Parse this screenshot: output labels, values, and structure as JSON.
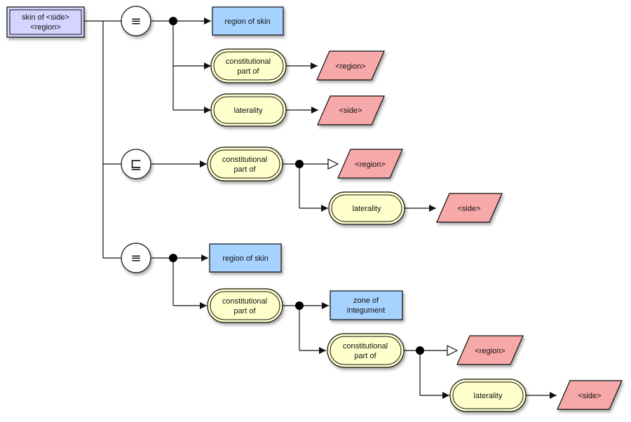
{
  "colors": {
    "root_fill": "#d4d4ff",
    "concept_fill": "#a6d2ff",
    "role_fill": "#ffffcc",
    "filler_fill": "#f7a8a8",
    "line": "#111111"
  },
  "root": {
    "line1": "skin of <side>",
    "line2": "<region>"
  },
  "operators": {
    "equivalent_1": "≡",
    "subsumed": "⊑",
    "equivalent_2": "≡"
  },
  "group1": {
    "concept": "region of skin",
    "role_part": {
      "line1": "constitutional",
      "line2": "part of"
    },
    "part_filler": "<region>",
    "role_laterality": "laterality",
    "laterality_filler": "<side>"
  },
  "group2": {
    "role_part": {
      "line1": "constitutional",
      "line2": "part of"
    },
    "part_filler": "<region>",
    "role_laterality": "laterality",
    "laterality_filler": "<side>"
  },
  "group3": {
    "concept": "region of skin",
    "role_part": {
      "line1": "constitutional",
      "line2": "part of"
    },
    "zone_concept": {
      "line1": "zone of",
      "line2": "integument"
    },
    "nested_role_part": {
      "line1": "constitutional",
      "line2": "part of"
    },
    "part_filler": "<region>",
    "role_laterality": "laterality",
    "laterality_filler": "<side>"
  }
}
